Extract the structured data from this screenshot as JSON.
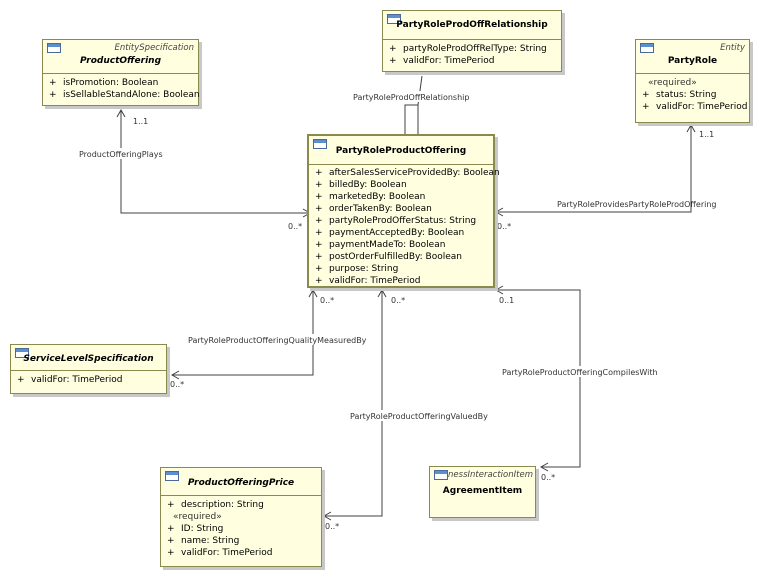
{
  "classes": {
    "product_offering": {
      "stereotype": "EntitySpecification",
      "name": "ProductOffering",
      "attributes": [
        {
          "vis": "+",
          "text": "isPromotion: Boolean"
        },
        {
          "vis": "+",
          "text": "isSellableStandAlone: Boolean"
        }
      ]
    },
    "relationship": {
      "name": "PartyRoleProdOffRelationship",
      "attributes": [
        {
          "vis": "+",
          "text": "partyRoleProdOffRelType: String"
        },
        {
          "vis": "+",
          "text": "validFor: TimePeriod"
        }
      ]
    },
    "party_role": {
      "stereotype": "Entity",
      "name": "PartyRole",
      "required": "«required»",
      "attributes": [
        {
          "vis": "+",
          "text": "status: String"
        },
        {
          "vis": "+",
          "text": "validFor: TimePeriod"
        }
      ]
    },
    "main": {
      "name": "PartyRoleProductOffering",
      "attributes": [
        {
          "vis": "+",
          "text": "afterSalesServiceProvidedBy: Boolean"
        },
        {
          "vis": "+",
          "text": "billedBy: Boolean"
        },
        {
          "vis": "+",
          "text": "marketedBy: Boolean"
        },
        {
          "vis": "+",
          "text": "orderTakenBy: Boolean"
        },
        {
          "vis": "+",
          "text": "partyRoleProdOfferStatus: String"
        },
        {
          "vis": "+",
          "text": "paymentAcceptedBy: Boolean"
        },
        {
          "vis": "+",
          "text": "paymentMadeTo: Boolean"
        },
        {
          "vis": "+",
          "text": "postOrderFulfilledBy: Boolean"
        },
        {
          "vis": "+",
          "text": "purpose: String"
        },
        {
          "vis": "+",
          "text": "validFor: TimePeriod"
        }
      ]
    },
    "sls": {
      "name": "ServiceLevelSpecification",
      "attributes": [
        {
          "vis": "+",
          "text": "validFor: TimePeriod"
        }
      ]
    },
    "price": {
      "name": "ProductOfferingPrice",
      "attributes": [
        {
          "vis": "+",
          "text": "description: String"
        }
      ],
      "required": "«required»",
      "required_attributes": [
        {
          "vis": "+",
          "text": "ID: String"
        },
        {
          "vis": "+",
          "text": "name: String"
        },
        {
          "vis": "+",
          "text": "validFor: TimePeriod"
        }
      ]
    },
    "agreement": {
      "stereotype": "nessInteractionItem",
      "name": "AgreementItem"
    }
  },
  "associations": {
    "relationship": "PartyRoleProdOffRelationship",
    "plays": "ProductOfferingPlays",
    "provides": "PartyRoleProvidesPartyRoleProdOffering",
    "quality": "PartyRoleProductOfferingQualityMeasuredBy",
    "compiles": "PartyRoleProductOfferingCompilesWith",
    "valued": "PartyRoleProductOfferingValuedBy"
  },
  "multiplicities": {
    "plays_product": "1..1",
    "plays_main": "0..*",
    "provides_party": "1..1",
    "provides_main": "0..*",
    "quality_main": "0..*",
    "quality_sls": "0..*",
    "valued_main": "0..*",
    "valued_price": "0..*",
    "compiles_main": "0..1",
    "compiles_agreement": "0..*"
  }
}
